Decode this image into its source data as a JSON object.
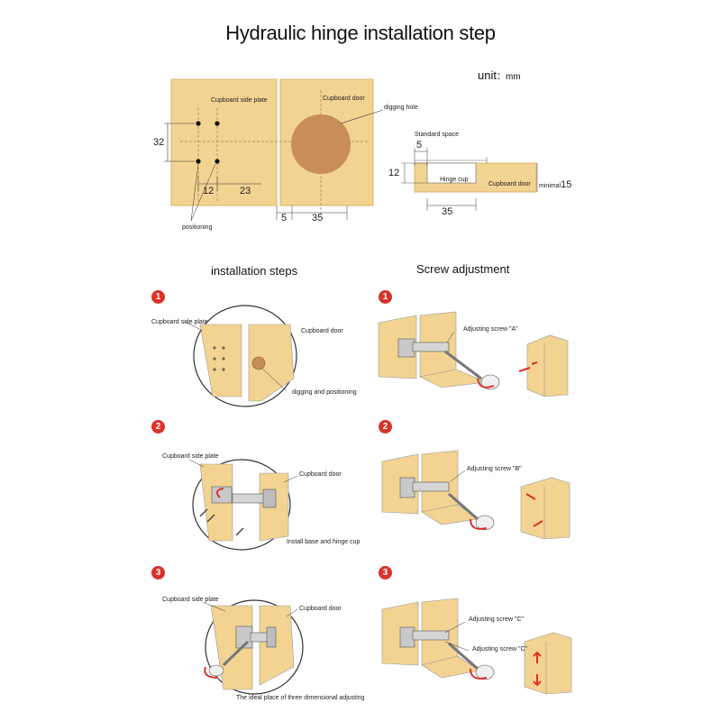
{
  "title": "Hydraulic hinge installation step",
  "unit": {
    "label": "unit",
    "value": "mm"
  },
  "top_diagram": {
    "cupboard_side_plate": "Cupboard side plate",
    "cupboard_door": "Cupboard door",
    "digging_hole": "digging hole",
    "positioning": "positioning",
    "dim_32": "32",
    "dim_12": "12",
    "dim_23": "23",
    "dim_5": "5",
    "dim_35": "35"
  },
  "side_diagram": {
    "standard_space": "Standard space",
    "dim_5": "5",
    "dim_12": "12",
    "hinge_cup": "Hinge cup",
    "cupboard_door": "Cupboard door",
    "minimal": "minimal",
    "dim_15": "15",
    "dim_35": "35"
  },
  "installation": {
    "heading": "installation steps",
    "steps": [
      {
        "num": "1",
        "side_plate": "Cupboard side plate",
        "door": "Cupboard door",
        "note": "digging and positioning"
      },
      {
        "num": "2",
        "side_plate": "Cupboard side plate",
        "door": "Cupboard door",
        "note": "Install base and hinge cup"
      },
      {
        "num": "3",
        "side_plate": "Cupboard side plate",
        "door": "Cupboard door",
        "note": "The ideal place of three dimensional adjusting"
      }
    ]
  },
  "screw": {
    "heading": "Screw adjustment",
    "steps": [
      {
        "num": "1",
        "label": "Adjusting screw \"A\""
      },
      {
        "num": "2",
        "label": "Adjusting screw \"B\""
      },
      {
        "num": "3",
        "label": "Adjusting screw \"C\"",
        "label2": "Adjusting screw \"C\""
      }
    ]
  },
  "colors": {
    "wood": "#f3d392",
    "wood_edge": "#d9b46a",
    "hole": "#c88d58",
    "accent": "#d9322a"
  }
}
